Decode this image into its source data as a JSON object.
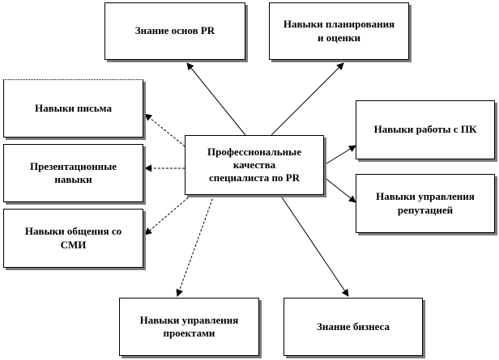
{
  "diagram": {
    "center": {
      "label": "Профессиональные\nкачества\nспециалиста по PR"
    },
    "nodes": [
      {
        "id": "pr-basics",
        "label": "Знание основ PR"
      },
      {
        "id": "planning",
        "label": "Навыки планирования\nи оценки"
      },
      {
        "id": "writing",
        "label": "Навыки письма"
      },
      {
        "id": "presentation",
        "label": "Презентационные\nнавыки"
      },
      {
        "id": "media",
        "label": "Навыки общения со\nСМИ"
      },
      {
        "id": "pc",
        "label": "Навыки работы с ПК"
      },
      {
        "id": "reputation",
        "label": "Навыки управления\nрепутацией"
      },
      {
        "id": "projects",
        "label": "Навыки управления\nпроектами"
      },
      {
        "id": "business",
        "label": "Знание бизнеса"
      }
    ],
    "colors": {
      "border": "#000000",
      "shadow": "#7a7a7a",
      "arrow": "#000000",
      "background": "#ffffff"
    }
  }
}
